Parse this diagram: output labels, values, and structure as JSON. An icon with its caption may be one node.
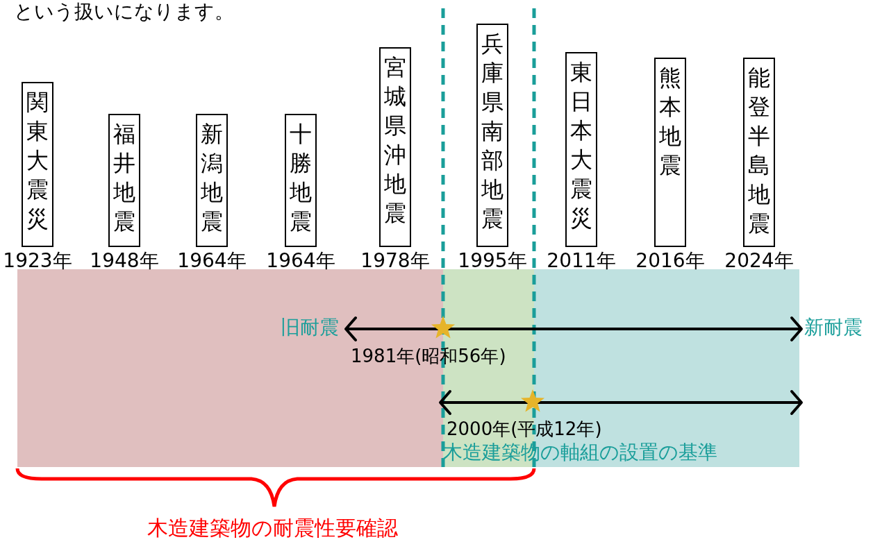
{
  "diagram": {
    "nodes": [
      {
        "text": [
          "関東大震災"
        ],
        "beside": [
          "1923年"
        ]
      },
      {
        "text": [
          "福井地震"
        ],
        "beside": [
          "1948年"
        ]
      },
      {
        "text": [
          "新潟地震"
        ],
        "beside": [
          "1964年"
        ]
      },
      {
        "text": [
          "十勝地震"
        ],
        "beside": [
          "1964年"
        ]
      },
      {
        "text": [
          "宮城県沖地震"
        ],
        "beside": [
          "1978年"
        ]
      },
      {
        "text": [
          "兵庫県南部地震"
        ],
        "beside": [
          "1995年"
        ]
      },
      {
        "text": [
          "東日本大震災"
        ],
        "beside": [
          "2011年"
        ]
      },
      {
        "text": [
          "熊本地震"
        ],
        "beside": [
          "2016年"
        ]
      },
      {
        "text": [
          "能登半島地震"
        ],
        "beside": [
          "2024年"
        ]
      },
      {
        "text": [
          "旧耐震"
        ]
      },
      {
        "text": [
          "新耐震"
        ]
      }
    ],
    "edges": [
      {
        "from": 9,
        "to": 10,
        "arrow": "both"
      }
    ],
    "labels": [
      "という扱いになります。",
      "1981年(昭和56年)",
      "2000年(平成12年)",
      "木造建築物の軸組の設置の基準",
      "木造建築物の耐震性要確認"
    ]
  }
}
